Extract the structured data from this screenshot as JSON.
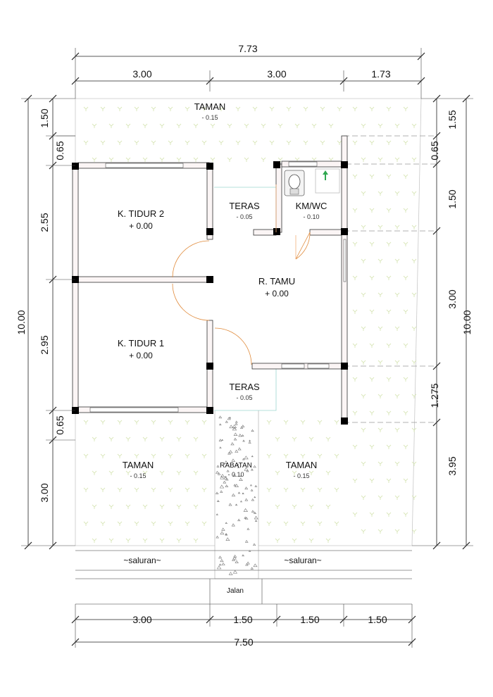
{
  "dimensions": {
    "top_total": "7.73",
    "top_segments": [
      "3.00",
      "3.00",
      "1.73"
    ],
    "bottom_segments": [
      "3.00",
      "1.50",
      "1.50",
      "1.50"
    ],
    "bottom_total": "7.50",
    "left_total": "10.00",
    "left_segments": [
      "1.50",
      "0.65",
      "2.55",
      "2.95",
      "0.65",
      "3.00"
    ],
    "right_total": "10.00",
    "right_segments": [
      "1.55",
      "0.65",
      "1.50",
      "3.00",
      "1.275",
      "3.95"
    ]
  },
  "rooms": {
    "taman_top": {
      "label": "TAMAN",
      "level": "- 0.15"
    },
    "k_tidur_2": {
      "label": "K. TIDUR 2",
      "level": "+ 0.00"
    },
    "teras_top": {
      "label": "TERAS",
      "level": "- 0.05"
    },
    "km_wc": {
      "label": "KM/WC",
      "level": "- 0.10"
    },
    "r_tamu": {
      "label": "R. TAMU",
      "level": "+ 0.00"
    },
    "k_tidur_1": {
      "label": "K. TIDUR 1",
      "level": "+ 0.00"
    },
    "teras_bottom": {
      "label": "TERAS",
      "level": "- 0.05"
    },
    "taman_left": {
      "label": "TAMAN",
      "level": "- 0.15"
    },
    "rabatan": {
      "label": "RABATAN",
      "level": "- 0.10"
    },
    "taman_right": {
      "label": "TAMAN",
      "level": "- 0.15"
    }
  },
  "street": {
    "saluran_left": "~saluran~",
    "saluran_right": "~saluran~",
    "jalan": "Jalan"
  },
  "colors": {
    "wall_fill": "#fbf5f5",
    "column": "#000000",
    "door_arc": "#e08a3a",
    "garden_mark": "#d8e6b8",
    "fixture": "#2fa84f"
  }
}
